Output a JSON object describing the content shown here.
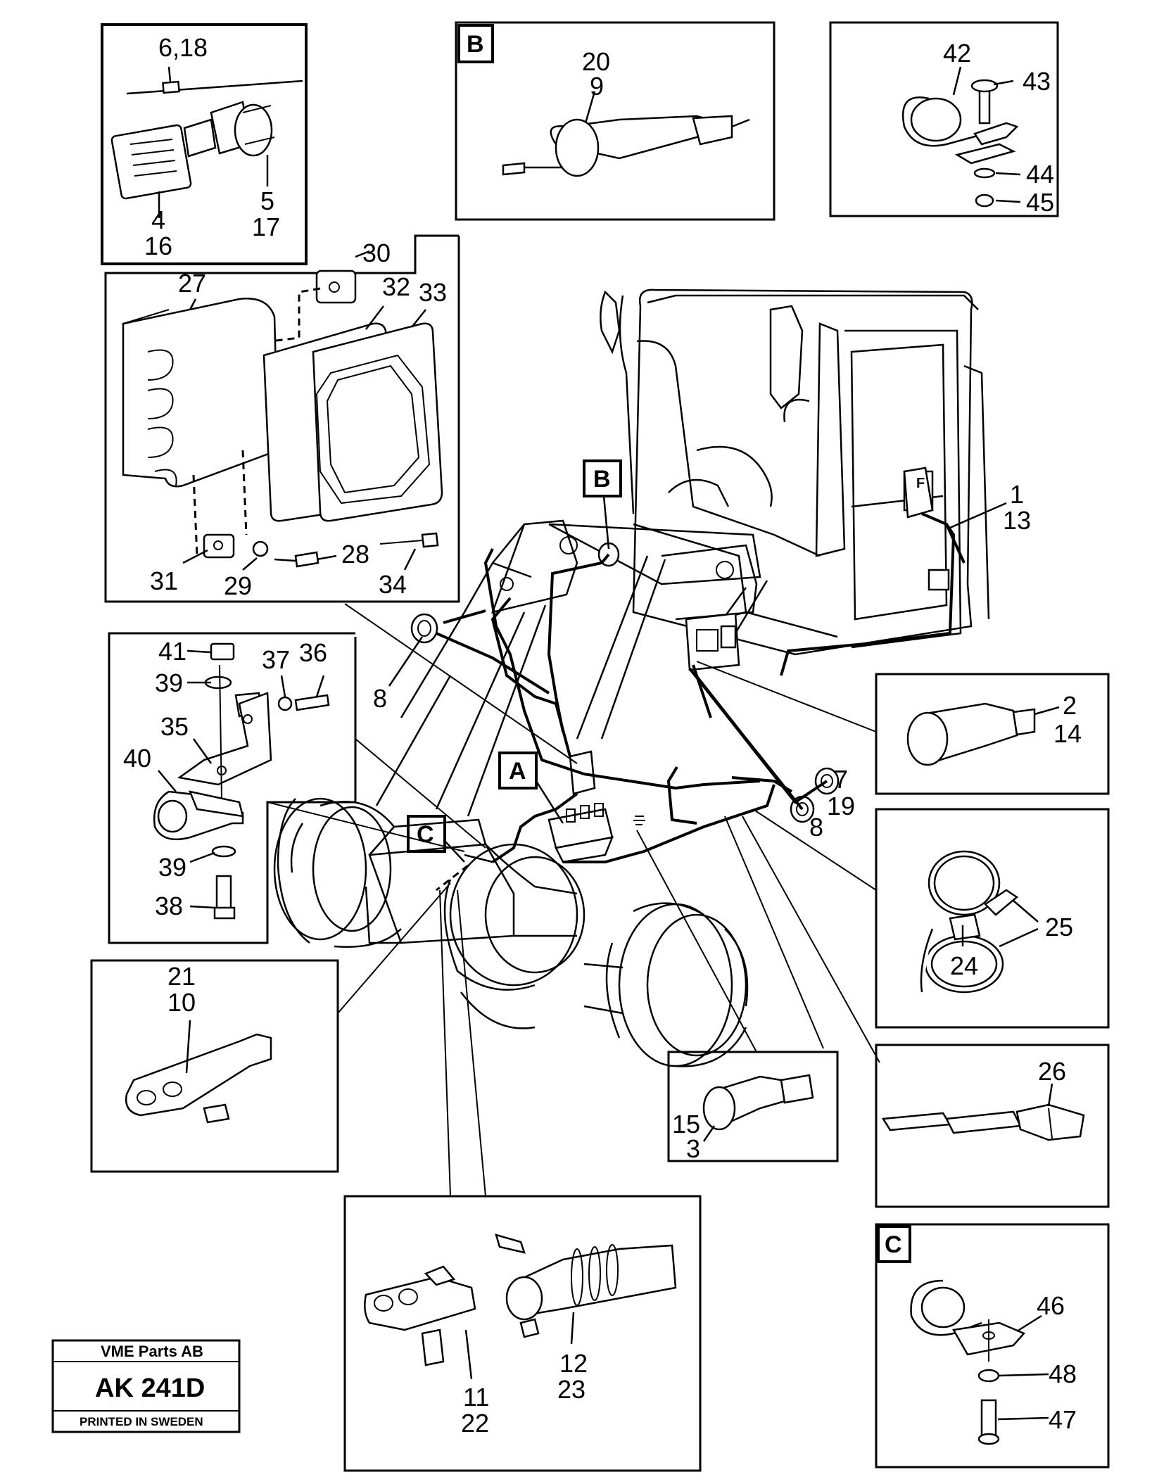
{
  "labels": {
    "p6_18": "6,18",
    "p4": "4",
    "p16": "16",
    "p5": "5",
    "p17": "17",
    "p20": "20",
    "p9": "9",
    "p42": "42",
    "p43": "43",
    "p44": "44",
    "p45": "45",
    "p30": "30",
    "p27": "27",
    "p32": "32",
    "p33": "33",
    "p31": "31",
    "p29": "29",
    "p28": "28",
    "p34": "34",
    "p1": "1",
    "p13": "13",
    "p41": "41",
    "p39a": "39",
    "p37": "37",
    "p36": "36",
    "p35": "35",
    "p40": "40",
    "p39b": "39",
    "p38": "38",
    "p8a": "8",
    "p2": "2",
    "p14": "14",
    "p7": "7",
    "p19": "19",
    "p8b": "8",
    "p25": "25",
    "p24": "24",
    "p21": "21",
    "p10": "10",
    "p15": "15",
    "p3": "3",
    "p26": "26",
    "p12": "12",
    "p23": "23",
    "p11": "11",
    "p22": "22",
    "p46": "46",
    "p48": "48",
    "p47": "47"
  },
  "tags": {
    "b_box": "B",
    "b_machine": "B",
    "a_machine": "A",
    "c_machine": "C",
    "c_box": "C"
  },
  "cab_fuse_letter": "F",
  "stamp": {
    "company": "VME Parts AB",
    "code": "AK 241D",
    "printed": "PRINTED IN SWEDEN"
  }
}
